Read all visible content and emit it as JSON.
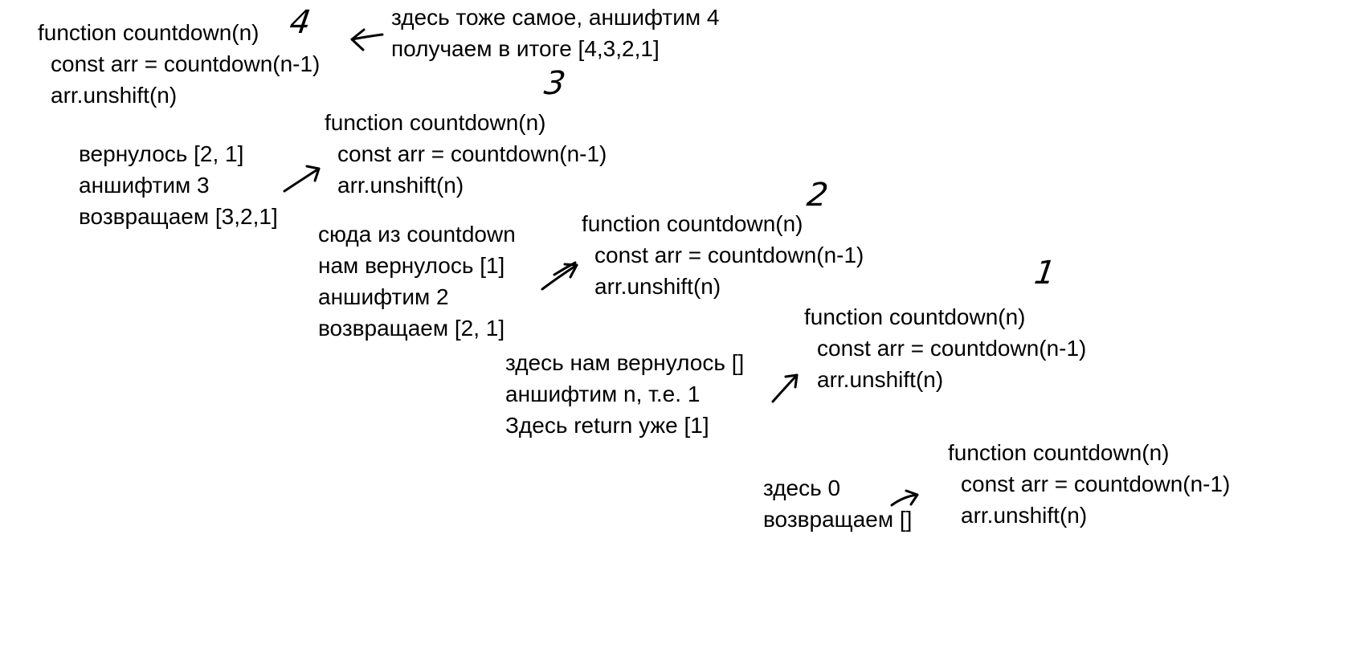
{
  "levels": [
    {
      "number": "4",
      "code": [
        "function countdown(n)",
        "const arr = countdown(n-1)",
        "arr.unshift(n)"
      ],
      "note": [
        "здесь тоже самое, аншифтим 4",
        "получаем в итоге [4,3,2,1]"
      ]
    },
    {
      "number": "3",
      "code": [
        "function countdown(n)",
        "const arr = countdown(n-1)",
        "arr.unshift(n)"
      ],
      "note": [
        "вернулось [2, 1]",
        "аншифтим 3",
        "возвращаем [3,2,1]"
      ]
    },
    {
      "number": "2",
      "code": [
        "function countdown(n)",
        "const arr = countdown(n-1)",
        "arr.unshift(n)"
      ],
      "note": [
        "сюда из countdown",
        "нам вернулось [1]",
        "аншифтим 2",
        "возвращаем [2, 1]"
      ]
    },
    {
      "number": "1",
      "code": [
        "function countdown(n)",
        "const arr = countdown(n-1)",
        "arr.unshift(n)"
      ],
      "note": [
        "здесь нам вернулось []",
        "аншифтим n, т.е. 1",
        "Здесь return уже [1]"
      ]
    },
    {
      "code": [
        "function countdown(n)",
        "const arr = countdown(n-1)",
        "arr.unshift(n)"
      ],
      "note": [
        "здесь 0",
        "возвращаем []"
      ]
    }
  ]
}
